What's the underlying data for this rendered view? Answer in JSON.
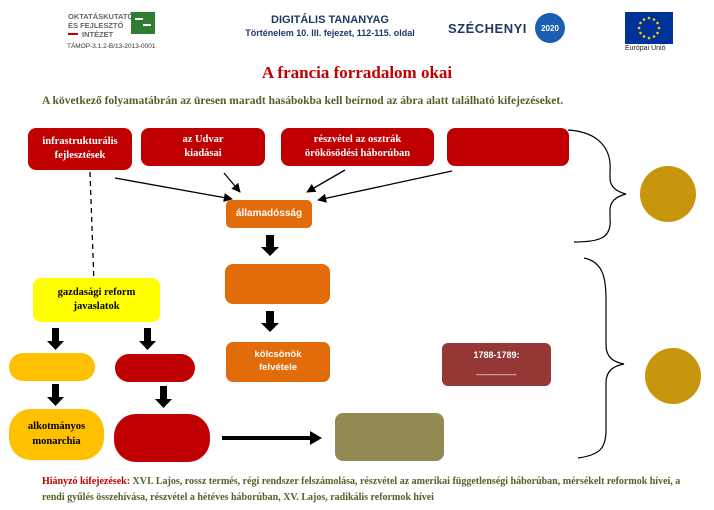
{
  "header": {
    "org_line1": "OKTATÁSKUTATÓ",
    "org_line2": "ÉS FEJLESZTŐ",
    "org_line3": "INTÉZET",
    "project_code": "TÁMOP-3.1.2-B/13-2013-0001",
    "center_title": "DIGITÁLIS TANANYAG",
    "center_subtitle": "Történelem 10. III. fejezet, 112-115. oldal",
    "szechenyi_text": "SZÉCHENYI",
    "szechenyi_year": "2020",
    "eu_caption": "Európai Unió"
  },
  "title": "A francia forradalom okai",
  "instruction": "A következő folyamatábrán az üresen maradt hasábokba kell beírnod az ábra alatt található kifejezéseket.",
  "boxes": {
    "infrastructure": "infrastrukturális fejlesztések",
    "court_expenses": "az Udvar kiadásai",
    "austrian_war": "részvétel az osztrák örökösödési háborúban",
    "state_debt": "államadósság",
    "loans": "kölcsönök felvétele",
    "economic_reform": "gazdasági reform javaslatok",
    "constitutional_monarchy": "alkotmányos monarchia",
    "years": "1788-1789:",
    "years_blank": "________"
  },
  "footer": {
    "label": "Hiányzó kifejezések:",
    "terms": " XVI. Lajos, rossz termés, régi rendszer felszámolása, részvétel az amerikai függetlenségi háborúban, mérsékelt reformok hívei, a rendi gyűlés összehívása, részvétel a hétéves háborúban, XV. Lajos, radikális reformok hívei"
  },
  "colors": {
    "red": "#c00000",
    "orange": "#e36c0a",
    "yellow": "#ffff00",
    "amber": "#ffc000",
    "brown_red": "#953735",
    "olive": "#938953",
    "gold_circle": "#c8960c",
    "title_red": "#c00000",
    "instruction_green": "#4f6228",
    "header_blue": "#1f3864"
  }
}
